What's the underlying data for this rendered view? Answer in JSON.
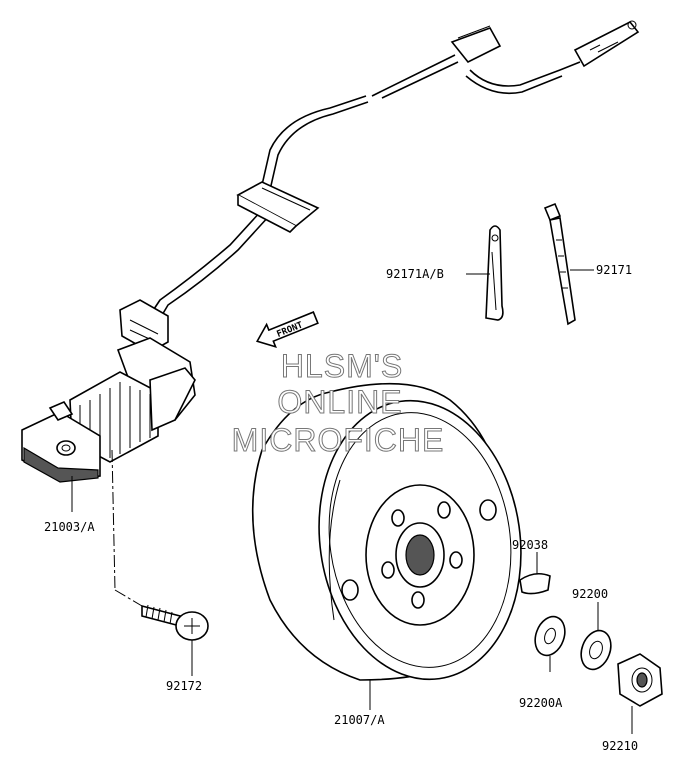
{
  "diagram": {
    "watermark": [
      "HLSM'S",
      "ONLINE",
      "MICROFICHE"
    ],
    "front_arrow_label": "FRONT",
    "parts": [
      {
        "id": "stator",
        "label": "21003/A"
      },
      {
        "id": "screw",
        "label": "92172"
      },
      {
        "id": "flywheel",
        "label": "21007/A"
      },
      {
        "id": "key",
        "label": "92038"
      },
      {
        "id": "washer",
        "label": "92200A"
      },
      {
        "id": "spring-washer",
        "label": "92200"
      },
      {
        "id": "nut",
        "label": "92210"
      },
      {
        "id": "clamp",
        "label": "92171A/B"
      },
      {
        "id": "band",
        "label": "92171"
      }
    ]
  }
}
